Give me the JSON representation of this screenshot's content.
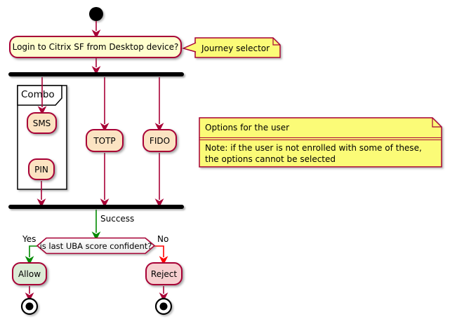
{
  "diagram": {
    "title_hint": "activity-flow",
    "login": "Login to Citrix SF from Desktop device?",
    "journey_note": "Journey selector",
    "partition": "Combo",
    "branches": {
      "sms": "SMS",
      "pin": "PIN",
      "totp": "TOTP",
      "fido": "FIDO"
    },
    "options_note": {
      "title": "Options for the user",
      "lines": [
        "Note: if the user is not enrolled with some of these,",
        "the options cannot be selected"
      ]
    },
    "edge_labels": {
      "success": "Success",
      "yes": "Yes",
      "no": "No"
    },
    "decision": "is last UBA score confident?",
    "allow": "Allow",
    "reject": "Reject"
  },
  "colors": {
    "border_crimson": "#A80036",
    "login_fill": "#FEFECE",
    "branch_fill": "#FBE3C2",
    "allow_fill": "#DCEBD6",
    "reject_fill": "#F6D0D0",
    "note_fill": "#FBFB77",
    "decision_fill": "#F4F4F4",
    "success_green": "#008A00",
    "no_red": "#FF0000",
    "bar_black": "#000000"
  }
}
